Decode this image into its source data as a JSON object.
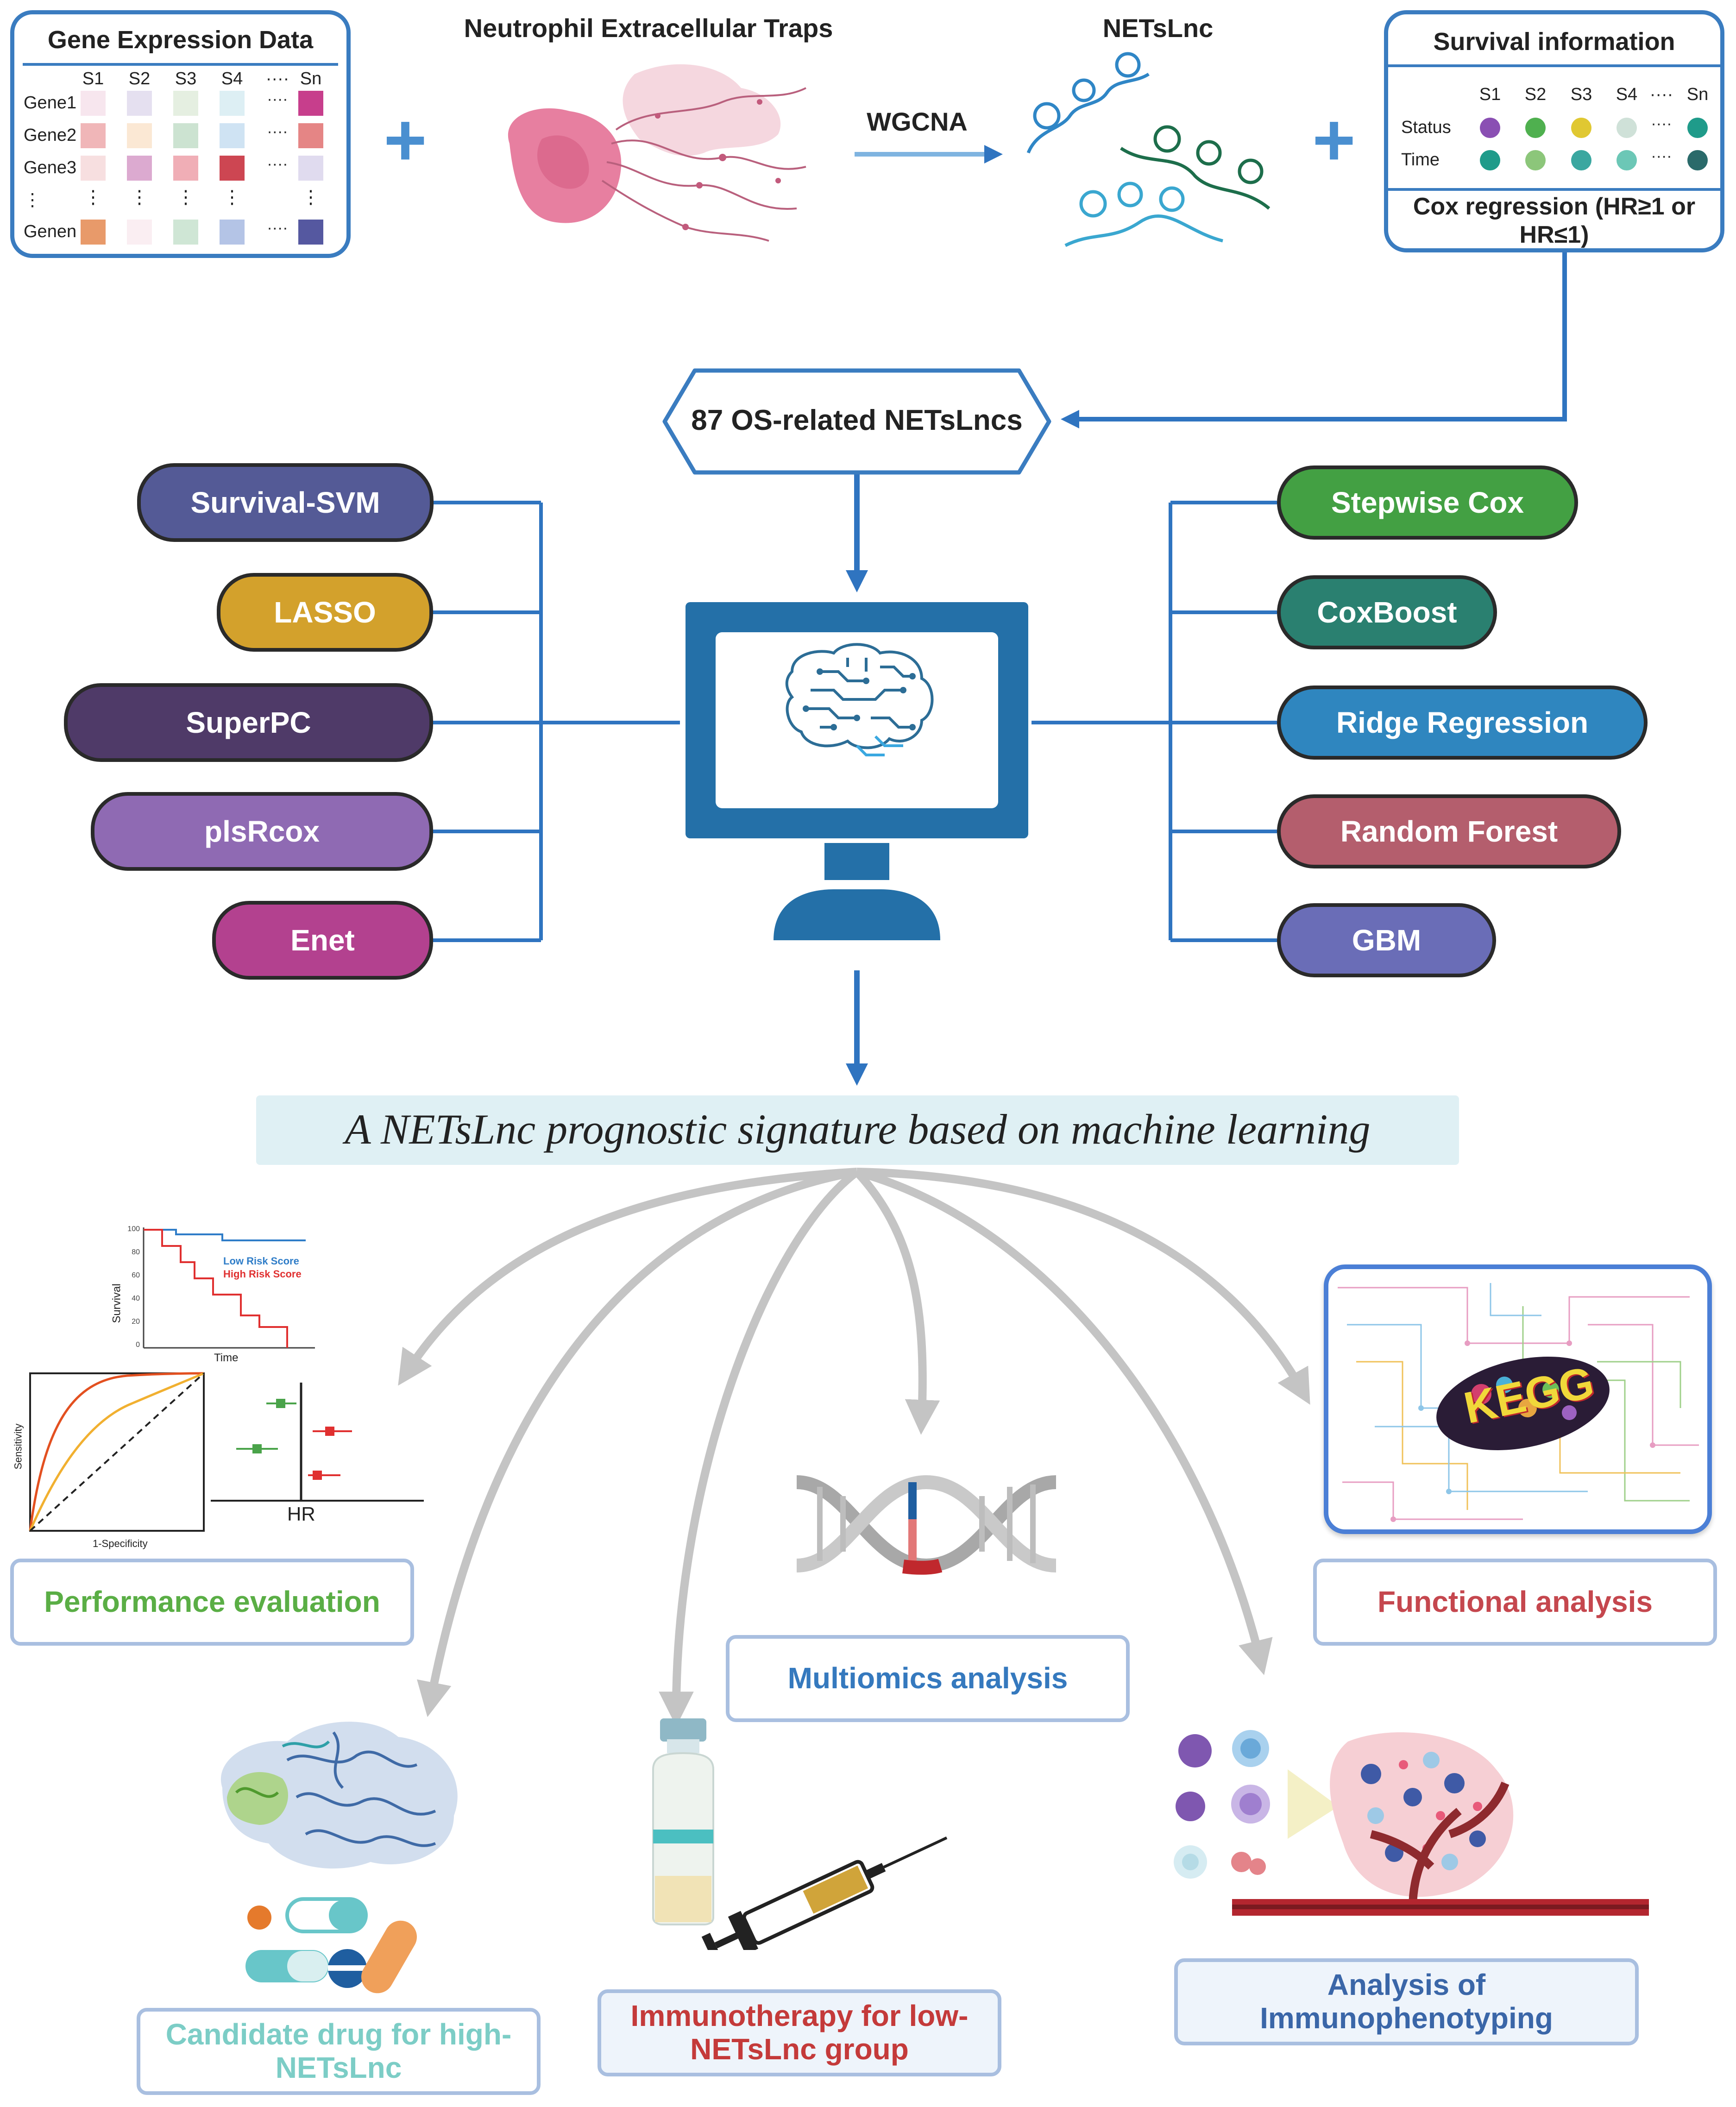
{
  "gene_table": {
    "title": "Gene Expression Data",
    "columns": [
      "S1",
      "S2",
      "S3",
      "S4",
      "····",
      "Sn"
    ],
    "rows": [
      "Gene1",
      "Gene2",
      "Gene3",
      "⋮",
      "Genen"
    ],
    "vdots": "⋮",
    "hdots": "····"
  },
  "nets_label": "Neutrophil Extracellular Traps",
  "netslnc_label": "NETsLnc",
  "wgcna_label": "WGCNA",
  "plus_sign": "+",
  "survival": {
    "title": "Survival information",
    "columns": [
      "S1",
      "S2",
      "S3",
      "S4",
      "····",
      "Sn"
    ],
    "rows": [
      "Status",
      "Time"
    ],
    "cox_line1": "Cox regression (HR≥1 or",
    "cox_line2": "HR≤1)"
  },
  "os_related": "87 OS-related NETsLncs",
  "left_methods": [
    {
      "label": "Survival-SVM",
      "color": "#545a96"
    },
    {
      "label": "LASSO",
      "color": "#d3a12c"
    },
    {
      "label": "SuperPC",
      "color": "#4f3a68"
    },
    {
      "label": "plsRcox",
      "color": "#8f6ab3"
    },
    {
      "label": "Enet",
      "color": "#b3418f"
    }
  ],
  "right_methods": [
    {
      "label": "Stepwise Cox",
      "color": "#43a043"
    },
    {
      "label": "CoxBoost",
      "color": "#2a8070"
    },
    {
      "label": "Ridge Regression",
      "color": "#2f86bf"
    },
    {
      "label": "Random Forest",
      "color": "#b45e6d"
    },
    {
      "label": "GBM",
      "color": "#6a6db7"
    }
  ],
  "signature_title": "A NETsLnc prognostic signature based on machine learning",
  "km_plot": {
    "low_label": "Low Risk Score",
    "high_label": "High Risk Score",
    "ylabel": "Survival",
    "xlabel": "Time",
    "ticks": [
      "100",
      "80",
      "60",
      "40",
      "20",
      "0"
    ]
  },
  "roc_plot": {
    "xlabel": "1-Specificity",
    "ylabel": "Sensitivity"
  },
  "forest_plot": {
    "xlabel": "HR"
  },
  "kegg_text": "KEGG",
  "outcomes": {
    "performance": {
      "label": "Performance evaluation",
      "color": "#5aae45"
    },
    "functional": {
      "label": "Functional analysis",
      "color": "#c5474e"
    },
    "multiomics": {
      "label": "Multiomics analysis",
      "color": "#3579be"
    },
    "candidate_drug": {
      "line1": "Candidate drug for high-",
      "line2": "NETsLnc",
      "color": "#7ccdc6"
    },
    "immunotherapy": {
      "line1": "Immunotherapy for low-",
      "line2": "NETsLnc group",
      "color": "#c43a3a"
    },
    "immunophenotyping": {
      "line1": "Analysis of",
      "line2": "Immunophenotyping",
      "color": "#3a66a8"
    }
  }
}
